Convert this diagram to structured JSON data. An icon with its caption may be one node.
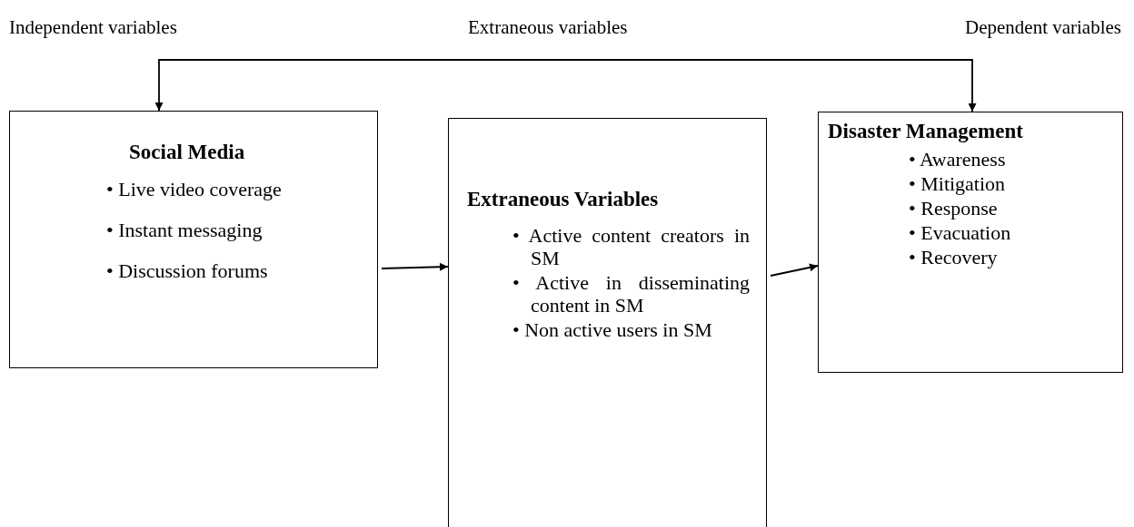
{
  "diagram": {
    "nodes": [
      {
        "text": [
          "Social Media",
          "• Live video coverage",
          "• Instant messaging",
          "• Discussion forums"
        ]
      },
      {
        "text": [
          "Extraneous Variables",
          "• Active content creators in SM",
          "• Active in disseminating content in SM",
          "• Non active users in SM"
        ]
      },
      {
        "text": [
          "Disaster Management",
          "• Awareness",
          "• Mitigation",
          "• Response",
          "• Evacuation",
          "• Recovery"
        ]
      }
    ],
    "edges": [
      {
        "from": 0,
        "to": 1,
        "arrow": "to"
      },
      {
        "from": 1,
        "to": 2,
        "arrow": "to"
      },
      {
        "from": 0,
        "to": 2,
        "arrow": "both"
      }
    ],
    "labels": [
      "Independent variables",
      "Extraneous variables",
      "Dependent variables"
    ]
  }
}
